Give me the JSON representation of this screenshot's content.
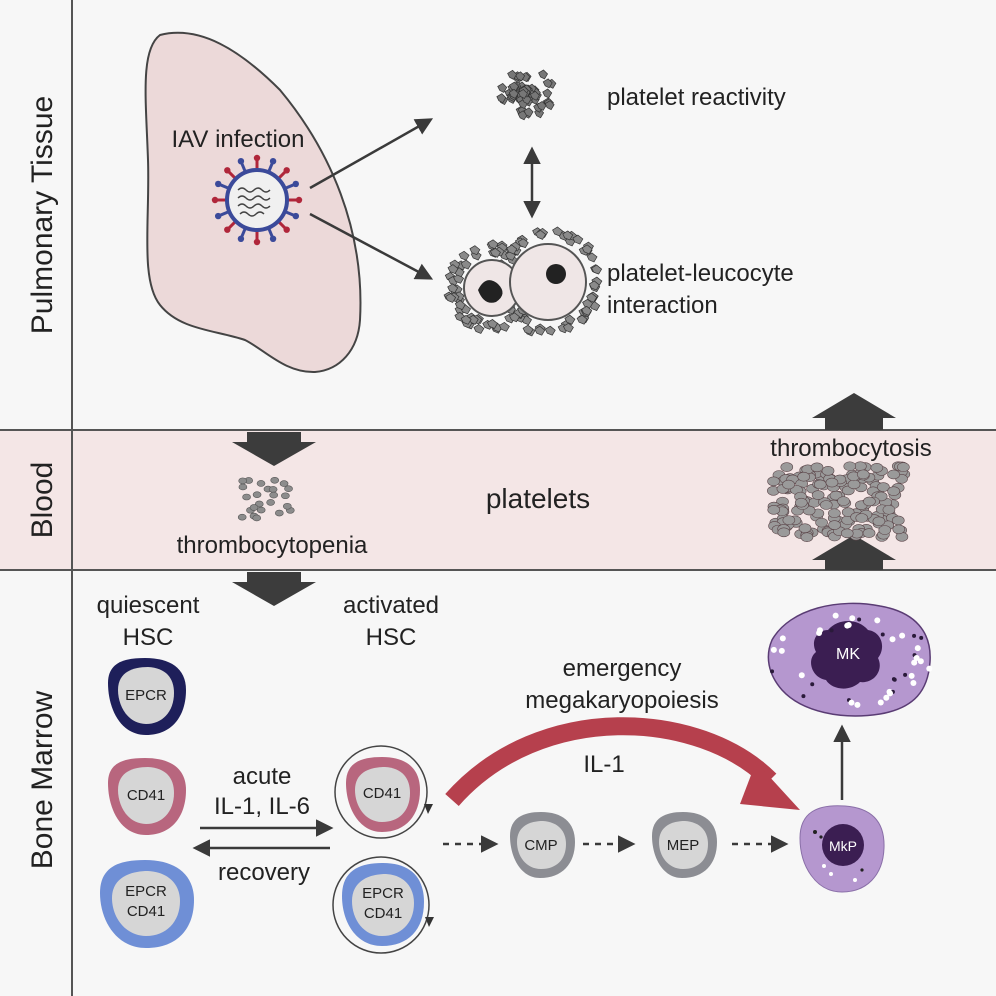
{
  "bands": {
    "pulmonary": "Pulmonary Tissue",
    "blood": "Blood",
    "marrow": "Bone Marrow"
  },
  "lung": {
    "infection": "IAV infection"
  },
  "outcomes": {
    "reactivity": "platelet reactivity",
    "interaction_1": "platelet-leucocyte",
    "interaction_2": "interaction"
  },
  "blood": {
    "platelets": "platelets",
    "thrombocytopenia": "thrombocytopenia",
    "thrombocytosis": "thrombocytosis"
  },
  "marrow": {
    "quiescent_1": "quiescent",
    "quiescent_2": "HSC",
    "activated_1": "activated",
    "activated_2": "HSC",
    "acute_1": "acute",
    "acute_2": "IL-1, IL-6",
    "recovery": "recovery",
    "emergency_1": "emergency",
    "emergency_2": "megakaryopoiesis",
    "il1": "IL-1"
  },
  "cells": {
    "q_epcr": "EPCR",
    "q_cd41": "CD41",
    "q_dual_1": "EPCR",
    "q_dual_2": "CD41",
    "a_cd41": "CD41",
    "a_dual_1": "EPCR",
    "a_dual_2": "CD41",
    "cmp": "CMP",
    "mep": "MEP",
    "mkp": "MkP",
    "mk": "MK"
  },
  "colors": {
    "lung_fill": "#ecd9d9",
    "blood_band": "#f4e6e6",
    "epcr_cell": "#1e1f5a",
    "cd41_cell": "#b8667e",
    "dual_cell": "#6f8fd6",
    "progenitor": "#8c8d93",
    "mk_lineage": "#b597cf",
    "mk_nucleus": "#3b1e52",
    "emergency_arrow": "#b6404d",
    "block_arrow": "#3c3c3c"
  }
}
